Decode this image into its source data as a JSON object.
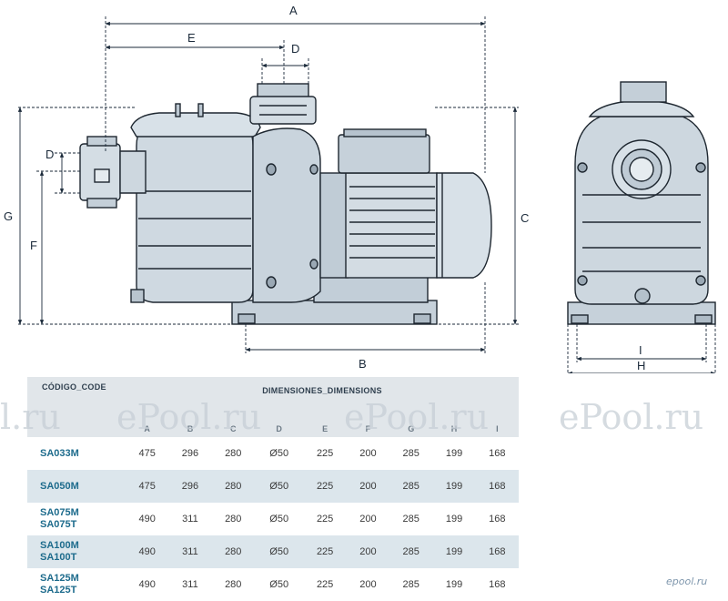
{
  "dimension_labels": {
    "A": "A",
    "B": "B",
    "C": "C",
    "D": "D",
    "E": "E",
    "F": "F",
    "G": "G",
    "H": "H",
    "I": "I"
  },
  "table": {
    "code_header": "CÓDIGO_CODE",
    "dims_header": "DIMENSIONES_DIMENSIONS",
    "columns": [
      "A",
      "B",
      "C",
      "D",
      "E",
      "F",
      "G",
      "H",
      "I"
    ],
    "rows": [
      {
        "codes": [
          "SA033M"
        ],
        "values": [
          "475",
          "296",
          "280",
          "Ø50",
          "225",
          "200",
          "285",
          "199",
          "168"
        ]
      },
      {
        "codes": [
          "SA050M"
        ],
        "values": [
          "475",
          "296",
          "280",
          "Ø50",
          "225",
          "200",
          "285",
          "199",
          "168"
        ]
      },
      {
        "codes": [
          "SA075M",
          "SA075T"
        ],
        "values": [
          "490",
          "311",
          "280",
          "Ø50",
          "225",
          "200",
          "285",
          "199",
          "168"
        ]
      },
      {
        "codes": [
          "SA100M",
          "SA100T"
        ],
        "values": [
          "490",
          "311",
          "280",
          "Ø50",
          "225",
          "200",
          "285",
          "199",
          "168"
        ]
      },
      {
        "codes": [
          "SA125M",
          "SA125T"
        ],
        "values": [
          "490",
          "311",
          "280",
          "Ø50",
          "225",
          "200",
          "285",
          "199",
          "168"
        ]
      }
    ]
  },
  "watermarks": [
    "l.ru",
    "ePool.ru",
    "ePool.ru",
    "ePool.ru"
  ],
  "watermark_small": "epool.ru",
  "colors": {
    "body": "#cfd9e1",
    "outline": "#1e2730",
    "dim": "#1b2a3a",
    "row_alt": "#dce6ec"
  }
}
